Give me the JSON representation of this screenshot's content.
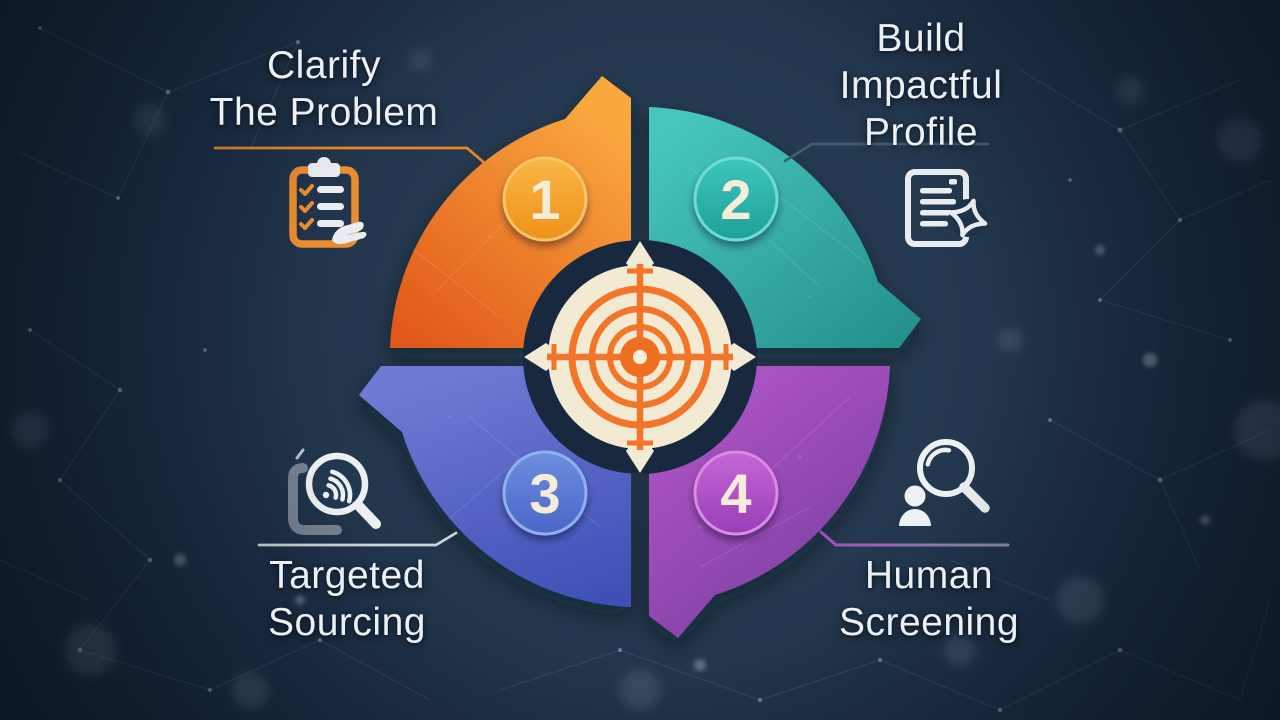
{
  "diagram": {
    "type": "4-step circular process infographic",
    "center_icon": "bullseye-target-icon"
  },
  "colors": {
    "background": "#24394f",
    "background_edge": "#152232",
    "center_ring": "#18293f",
    "center_disc": "#f2ead2",
    "target": "#f2752a",
    "target_disc": "#ee6f1f",
    "bullseye_center": "#f8f0dc",
    "label_text": "#edf0f3",
    "badge_number": "#f5edd8"
  },
  "steps": [
    {
      "number": "1",
      "label_lines": [
        "Clarify",
        "The Problem"
      ],
      "position": "top-left",
      "icon": "clipboard-checklist-icon",
      "colors": {
        "light": "#f9a83e",
        "dark": "#e1571a"
      },
      "badge": {
        "light": "#f9b746",
        "dark": "#ef9118",
        "border": "#f8c568"
      },
      "connector": {
        "color": "#e8872b"
      }
    },
    {
      "number": "2",
      "label_lines": [
        "Build",
        "Impactful",
        "Profile"
      ],
      "position": "top-right",
      "icon": "document-star-icon",
      "colors": {
        "light": "#47c6bc",
        "dark": "#218c87"
      },
      "badge": {
        "light": "#3ec6bc",
        "dark": "#1da099",
        "border": "#6edcd2"
      },
      "connector": {
        "color": "#42606c"
      }
    },
    {
      "number": "3",
      "label_lines": [
        "Targeted",
        "Sourcing"
      ],
      "position": "bottom-left",
      "icon": "magnifier-radar-icon",
      "colors": {
        "light": "#6e7ad4",
        "dark": "#3f4fb6"
      },
      "badge": {
        "light": "#6c8fe0",
        "dark": "#4a66c8",
        "border": "#8fb2ec"
      },
      "connector": {
        "color": "#cdd4da"
      }
    },
    {
      "number": "4",
      "label_lines": [
        "Human",
        "Screening"
      ],
      "position": "bottom-right",
      "icon": "magnifier-person-icon",
      "colors": {
        "light": "#b257c9",
        "dark": "#7c3da0"
      },
      "badge": {
        "light": "#c466d6",
        "dark": "#9a3eb8",
        "border": "#d88ae4"
      },
      "connector": {
        "start": "#9d4fc0",
        "end": "#8b93a3"
      }
    }
  ]
}
